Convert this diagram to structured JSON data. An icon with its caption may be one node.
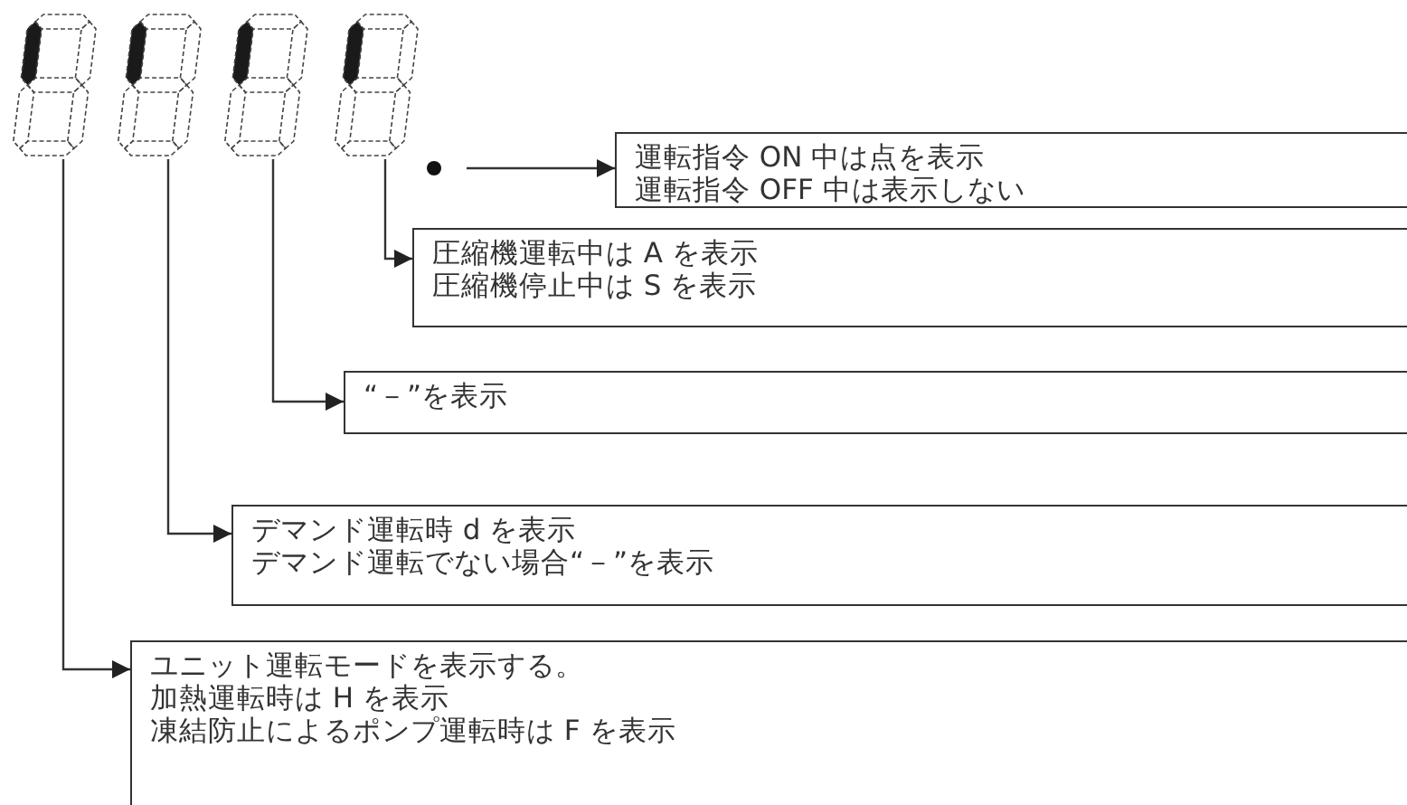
{
  "diagram": {
    "nodes": [
      {
        "text": [],
        "shape": "display"
      },
      {
        "text": [],
        "shape": "display"
      },
      {
        "text": [],
        "shape": "display"
      },
      {
        "text": [],
        "shape": "display"
      },
      {
        "text": [],
        "shape": "circle"
      },
      {
        "text": [
          "運転指令 ON 中は点を表示",
          "運転指令 OFF 中は表示しない"
        ]
      },
      {
        "text": [
          "圧縮機運転中は A を表示",
          "圧縮機停止中は S を表示"
        ]
      },
      {
        "text": [
          "“－”を表示"
        ]
      },
      {
        "text": [
          "デマンド運転時 d を表示",
          "デマンド運転でない場合“－”を表示"
        ]
      },
      {
        "text": [
          "ユニット運転モードを表示する。",
          "加熱運転時は H を表示",
          "凍結防止によるポンプ運転時は F を表示"
        ]
      }
    ],
    "edges": [
      {
        "from": 4,
        "to": 5,
        "arrow": "to"
      },
      {
        "from": 3,
        "to": 6,
        "arrow": "to"
      },
      {
        "from": 2,
        "to": 7,
        "arrow": "to"
      },
      {
        "from": 1,
        "to": 8,
        "arrow": "to"
      },
      {
        "from": 0,
        "to": 9,
        "arrow": "to"
      }
    ]
  }
}
